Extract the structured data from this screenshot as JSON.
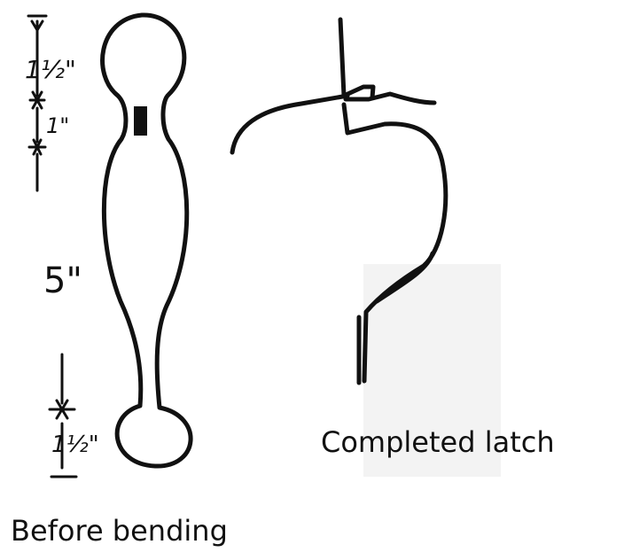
{
  "labels": {
    "top_dimension": "1½\"",
    "neck_dimension": "1\"",
    "body_dimension": "5\"",
    "bottom_dimension": "1½\"",
    "before_caption": "Before bending",
    "after_caption": "Completed latch"
  }
}
